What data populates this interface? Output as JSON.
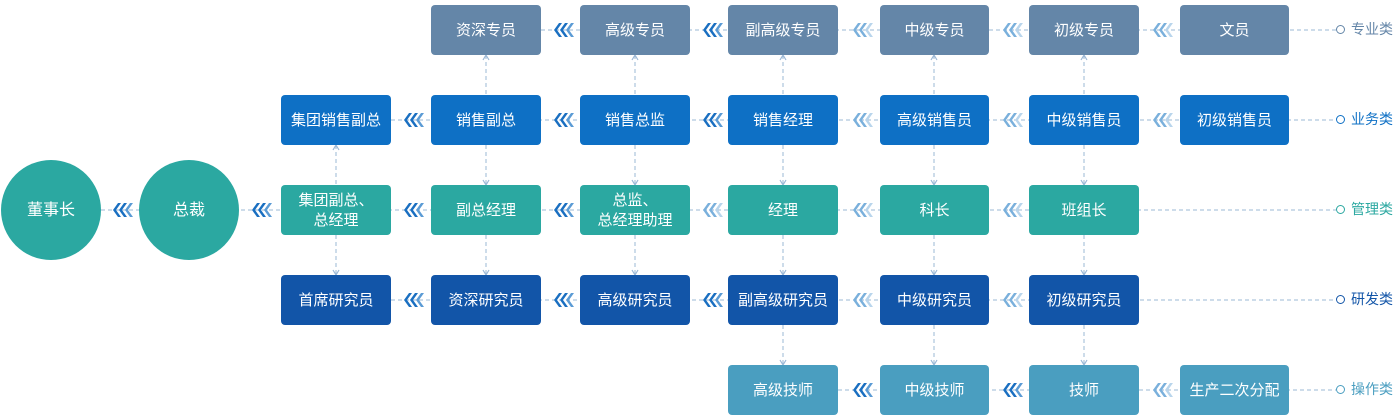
{
  "colors": {
    "professional": "#6486a8",
    "sales": "#0e70c5",
    "management": "#2ba8a1",
    "research": "#1255a8",
    "operation": "#4a9ec0",
    "connector": "#9bb8d6",
    "arrow": "#1a6fc1"
  },
  "executives": {
    "chairman": "董事长",
    "president": "总裁"
  },
  "categories": {
    "professional": "专业类",
    "sales": "业务类",
    "management": "管理类",
    "research": "研发类",
    "operation": "操作类"
  },
  "rows": {
    "professional": [
      "资深专员",
      "高级专员",
      "副高级专员",
      "中级专员",
      "初级专员",
      "文员"
    ],
    "sales": [
      "集团销售副总",
      "销售副总",
      "销售总监",
      "销售经理",
      "高级销售员",
      "中级销售员",
      "初级销售员"
    ],
    "management": [
      [
        "集团副总、",
        "总经理"
      ],
      "副总经理",
      [
        "总监、",
        "总经理助理"
      ],
      "经理",
      "科长",
      "班组长"
    ],
    "research": [
      "首席研究员",
      "资深研究员",
      "高级研究员",
      "副高级研究员",
      "中级研究员",
      "初级研究员"
    ],
    "operation": [
      "高级技师",
      "中级技师",
      "技师",
      "生产二次分配"
    ]
  }
}
